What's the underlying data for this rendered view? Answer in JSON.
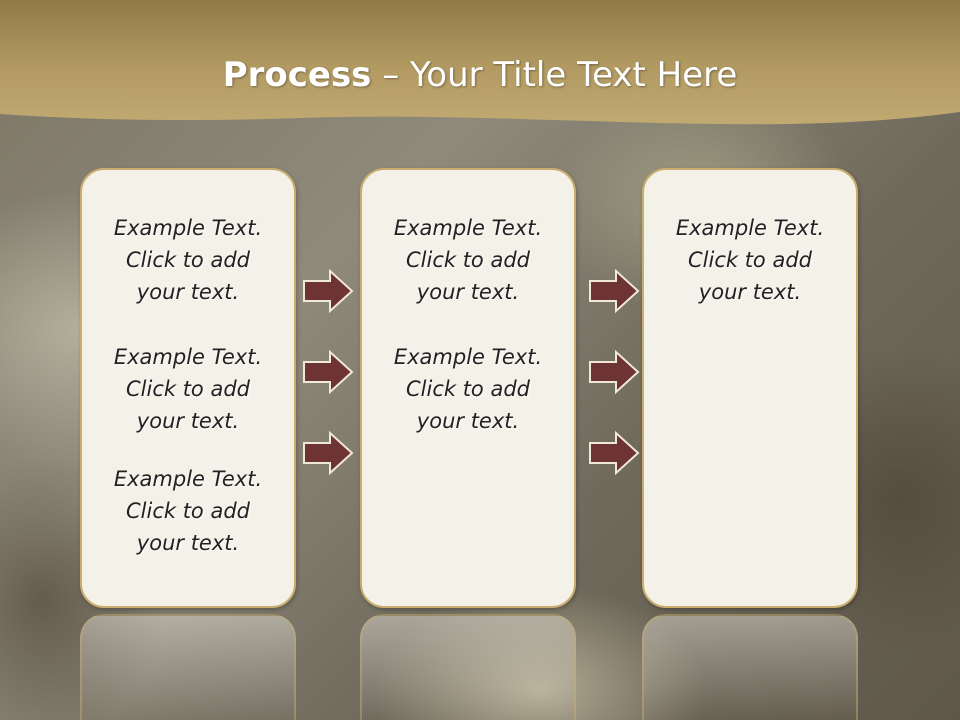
{
  "slide": {
    "title_bold": "Process",
    "title_rest": " – Your Title Text Here",
    "boxes": [
      {
        "texts": [
          {
            "line1": "Example Text.",
            "line2": "Click  to add",
            "line3": "your text."
          },
          {
            "line1": "Example Text.",
            "line2": "Click  to add",
            "line3": "your text."
          },
          {
            "line1": "Example Text.",
            "line2": "Click  to add",
            "line3": "your text."
          }
        ]
      },
      {
        "texts": [
          {
            "line1": "Example Text.",
            "line2": "Click  to add",
            "line3": "your text."
          },
          {
            "line1": "Example Text.",
            "line2": "Click  to add",
            "line3": "your text."
          }
        ]
      },
      {
        "texts": [
          {
            "line1": "Example Text.",
            "line2": "Click  to add",
            "line3": "your text."
          }
        ]
      }
    ]
  },
  "colors": {
    "header": "#b29a62",
    "box_fill": "#f4f1e8",
    "box_border": "#c8ad6e",
    "arrow_fill": "#6e3434",
    "arrow_stroke": "#f0e8d8"
  },
  "icons": {
    "arrow": "right-arrow-icon"
  }
}
